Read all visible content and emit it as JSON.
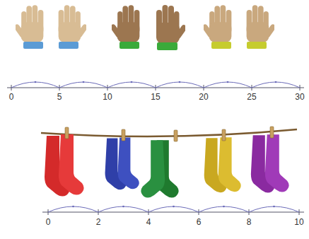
{
  "diagram": {
    "labels": [
      "0",
      "5",
      "10",
      "15",
      "20",
      "25",
      "30",
      "0",
      "2",
      "4",
      "6",
      "8",
      "10"
    ]
  }
}
